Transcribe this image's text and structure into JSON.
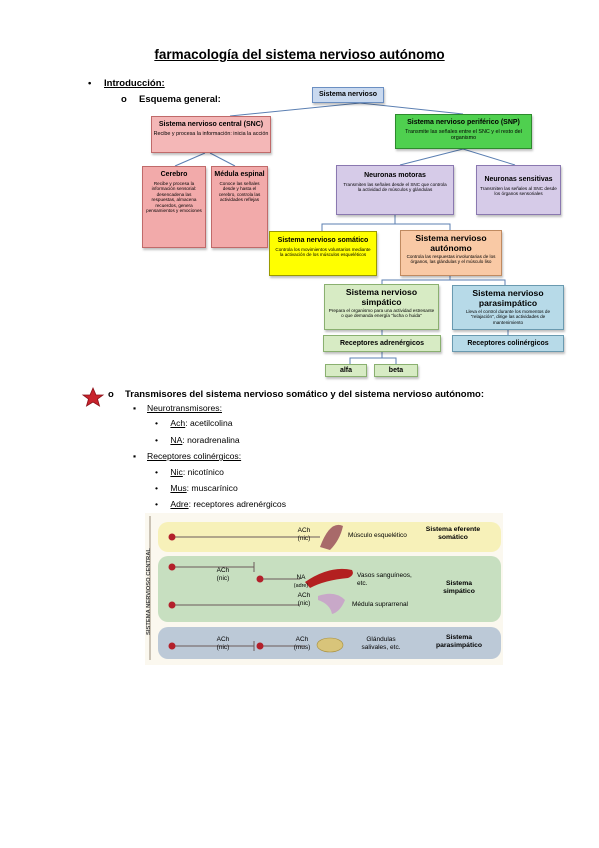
{
  "title": "farmacología del sistema nervioso autónomo",
  "intro": {
    "bullet": "•",
    "label": "Introducción:",
    "sub_bullet": "o",
    "sub_label": "Esquema general:"
  },
  "scheme": {
    "sn": {
      "h": "Sistema nervioso"
    },
    "snc": {
      "h": "Sistema nervioso central (SNC)",
      "d": "Recibe y procesa la información: inicia la acción"
    },
    "snp": {
      "h": "Sistema nervioso periférico (SNP)",
      "d": "Transmite las señales entre el SNC y el resto del organismo"
    },
    "cerebro": {
      "h": "Cerebro",
      "d": "Recibe y procesa la información sensorial: desencadena las respuestas, almacena recuerdos, genera pensamientos y emociones"
    },
    "medula": {
      "h": "Médula espinal",
      "d": "Conoce las señales desde y hasta el cerebro, controla las actividades reflejas"
    },
    "motoras": {
      "h": "Neuronas motoras",
      "d": "Transmiten las señales desde el SNC que controla la actividad de músculos y glándulas"
    },
    "sensitivas": {
      "h": "Neuronas sensitivas",
      "d": "Transmiten las señales al SNC desde los órganos sensoriales"
    },
    "somatico": {
      "h": "Sistema nervioso somático",
      "d": "Controla los movimientos voluntarios mediante la activación de los músculos esqueléticos"
    },
    "autonomo": {
      "h": "Sistema nervioso autónomo",
      "d": "Controla las respuestas involuntarias de los órganos, las glándulas y el músculo liso"
    },
    "simpatico": {
      "h": "Sistema nervioso simpático",
      "d": "Prepara el organismo para una actividad estresante o que demanda energía \"lucha o huida\""
    },
    "parasimpatico": {
      "h": "Sistema nervioso parasimpático",
      "d": "Lleva el control durante los momentos de \"relajación\", dirige las actividades de mantenimiento"
    },
    "adrenergicos": {
      "h": "Receptores adrenérgicos"
    },
    "colinergicos": {
      "h": "Receptores colinérgicos"
    },
    "alfa": {
      "h": "alfa"
    },
    "beta": {
      "h": "beta"
    }
  },
  "transmisores": {
    "bullet": "o",
    "label": "Transmisores del sistema nervioso somático y del sistema nervioso autónomo:",
    "neuro": {
      "bullet": "▪",
      "label": "Neurotransmisores:",
      "items": [
        {
          "abbr": "Ach",
          "text": ": acetilcolina"
        },
        {
          "abbr": "NA",
          "text": ": noradrenalina"
        }
      ]
    },
    "recep": {
      "bullet": "▪",
      "label": "Receptores colinérgicos:",
      "items": [
        {
          "abbr": "Nic",
          "text": ": nicotínico"
        },
        {
          "abbr": "Mus",
          "text": ": muscarínico"
        },
        {
          "abbr": "Adre",
          "text": ": receptores adrenérgicos"
        }
      ]
    }
  },
  "figure": {
    "side_label": "SISTEMA NERVIOSO CENTRAL",
    "somatic": {
      "ach": "ACh",
      "nic": "(nic)",
      "target": "Músculo esquelético",
      "name": "Sistema eferente somático"
    },
    "sympathetic": {
      "ach1": "ACh",
      "nic1": "(nic)",
      "na": "NA",
      "adre": "(adre)",
      "target1": "Vasos sanguíneos, etc.",
      "ach2": "ACh",
      "nic2": "(nic)",
      "target2": "Médula suprarrenal",
      "name": "Sistema simpático"
    },
    "parasympathetic": {
      "ach1": "ACh",
      "nic1": "(nic)",
      "ach2": "ACh",
      "mus": "(mus)",
      "target": "Glándulas salivales, etc.",
      "name": "Sistema parasimpático"
    }
  },
  "colors": {
    "sn": "#c9d9ef",
    "snc": "#f4b7b7",
    "snp": "#4fd04f",
    "red": "#f2aaaa",
    "purple": "#d6cbe8",
    "yellow": "#ffff00",
    "orange": "#f9c9a5",
    "green": "#d7ebc4",
    "blue": "#b7dae8",
    "fig_yellow": "#f7f1b9",
    "fig_green": "#c7dfc0",
    "fig_blue": "#bcc9d7",
    "dot": "#b3202b"
  }
}
